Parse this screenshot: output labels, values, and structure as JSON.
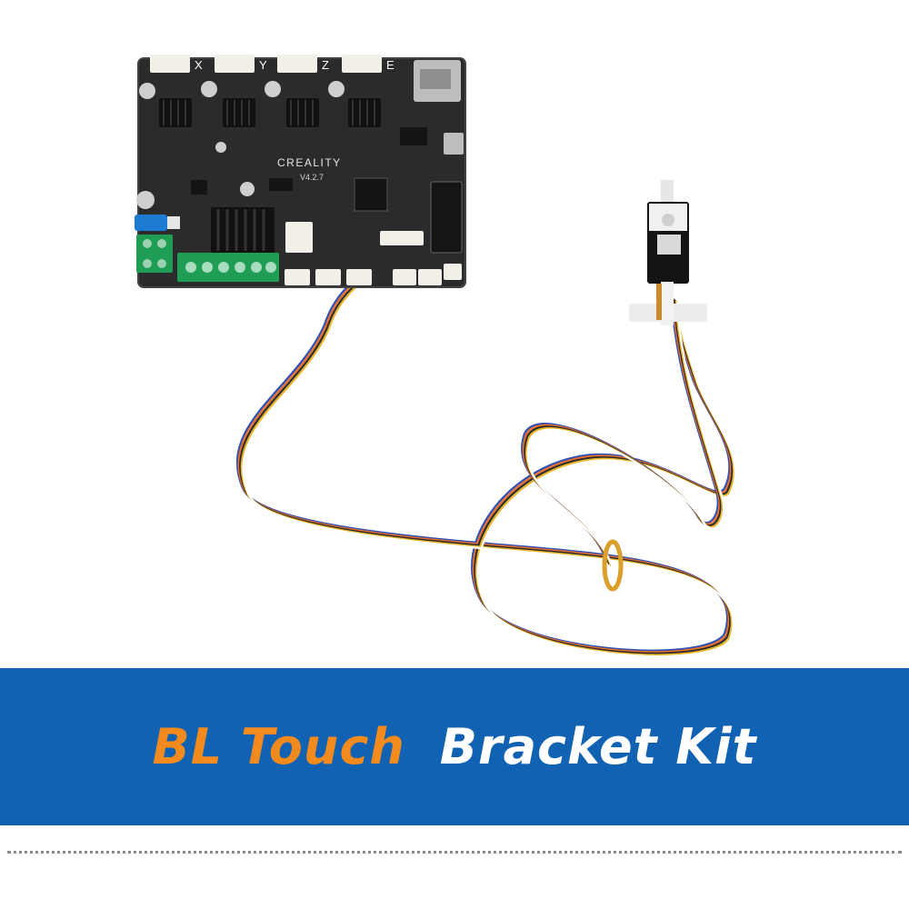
{
  "colors": {
    "banner_bg": "#1162b2",
    "title_primary": "#f28a1e",
    "title_secondary": "#ffffff",
    "board": "#2b2b2b",
    "connector": "#f2efe9",
    "terminal_green": "#1f9d55",
    "heatsink": "#111111",
    "cable": [
      "#2f4fb5",
      "#e96f2b",
      "#2a2a2a",
      "#e8b52a",
      "#ffffff"
    ]
  },
  "board": {
    "brand": "CREALITY",
    "version": "V4.2.7",
    "axis_labels": [
      "X",
      "Y",
      "Z",
      "E"
    ]
  },
  "banner": {
    "title_primary": "BL Touch",
    "title_secondary": "Bracket Kit"
  }
}
